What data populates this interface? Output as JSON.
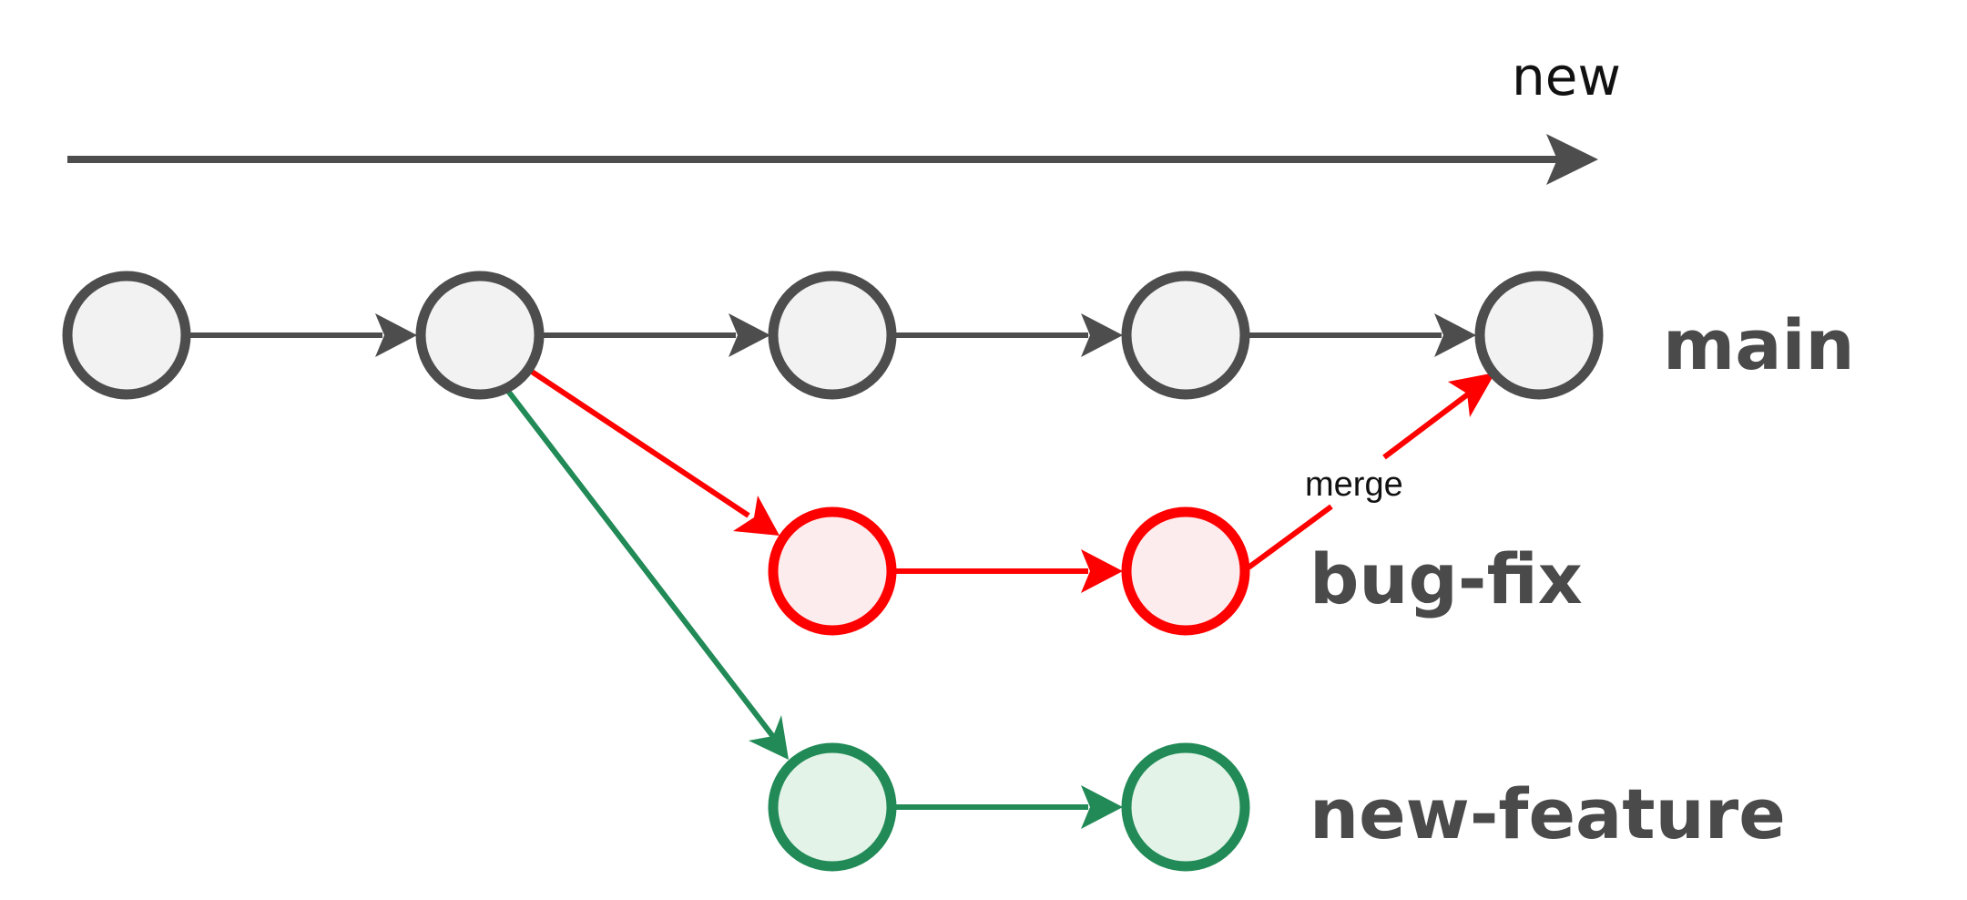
{
  "timeline": {
    "label": "new"
  },
  "branches": [
    {
      "id": "main",
      "label": "main",
      "stroke": "#4d4d4d",
      "fill": "#f2f2f2"
    },
    {
      "id": "bug-fix",
      "label": "bug-fix",
      "stroke": "#ff0000",
      "fill": "#fdeced"
    },
    {
      "id": "new-feature",
      "label": "new-feature",
      "stroke": "#218a56",
      "fill": "#e3f3e8"
    }
  ],
  "merge": {
    "label": "merge",
    "from": "bug-fix",
    "to": "main"
  }
}
